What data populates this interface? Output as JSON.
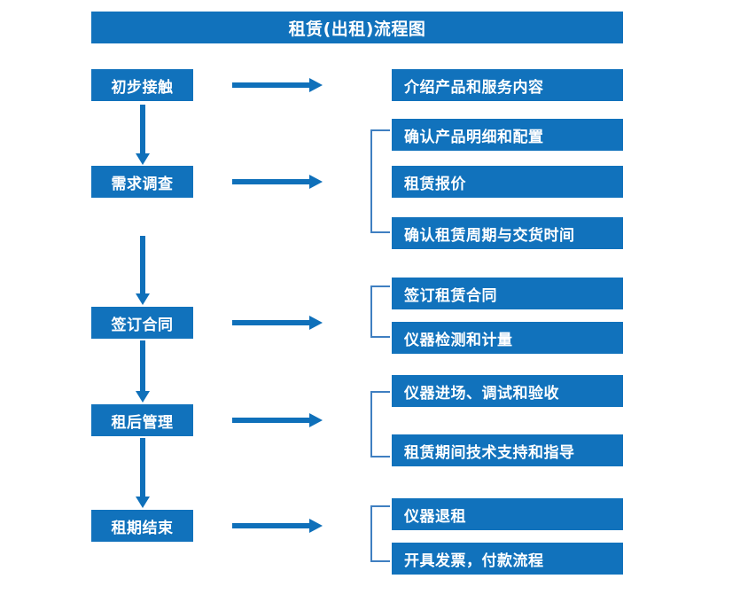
{
  "title": "租赁(出租)流程图",
  "colors": {
    "box_fill": "#1172BC",
    "box_text": "#FFFFFF",
    "arrow": "#0F70BA",
    "bracket": "#3F7FC1",
    "background": "#FFFFFF"
  },
  "stages": [
    {
      "label": "初步接触"
    },
    {
      "label": "需求调查"
    },
    {
      "label": "签订合同"
    },
    {
      "label": "租后管理"
    },
    {
      "label": "租期结束"
    }
  ],
  "details": [
    {
      "label": "介绍产品和服务内容"
    },
    {
      "label": "确认产品明细和配置"
    },
    {
      "label": "租赁报价"
    },
    {
      "label": "确认租赁周期与交货时间"
    },
    {
      "label": "签订租赁合同"
    },
    {
      "label": "仪器检测和计量"
    },
    {
      "label": "仪器进场、调试和验收"
    },
    {
      "label": "租赁期间技术支持和指导"
    },
    {
      "label": "仪器退租"
    },
    {
      "label": "开具发票，付款流程"
    }
  ],
  "groups": [
    {
      "stage": "初步接触",
      "details": [
        "介绍产品和服务内容"
      ],
      "bracketed": false
    },
    {
      "stage": "需求调查",
      "details": [
        "确认产品明细和配置",
        "租赁报价",
        "确认租赁周期与交货时间"
      ],
      "bracketed": true
    },
    {
      "stage": "签订合同",
      "details": [
        "签订租赁合同",
        "仪器检测和计量"
      ],
      "bracketed": true
    },
    {
      "stage": "租后管理",
      "details": [
        "仪器进场、调试和验收",
        "租赁期间技术支持和指导"
      ],
      "bracketed": true
    },
    {
      "stage": "租期结束",
      "details": [
        "仪器退租",
        "开具发票，付款流程"
      ],
      "bracketed": true
    }
  ]
}
